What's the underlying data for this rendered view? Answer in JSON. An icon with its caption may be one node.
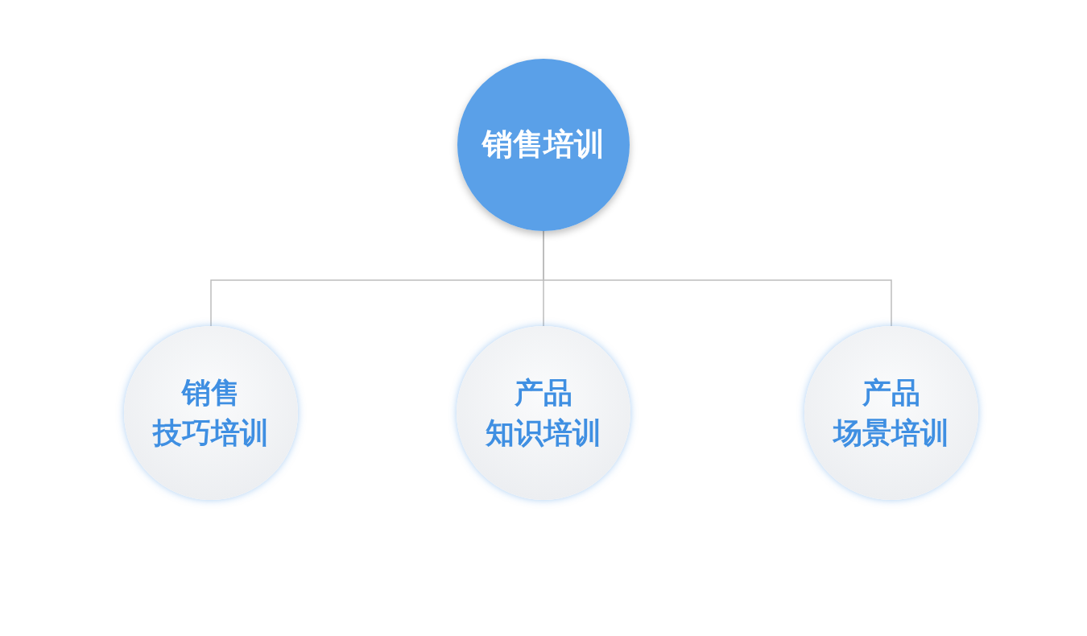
{
  "diagram": {
    "nodes": [
      {
        "text": [
          "销售培训"
        ]
      },
      {
        "text": [
          "销售技巧培训"
        ]
      },
      {
        "text": [
          "产品知识培训"
        ]
      },
      {
        "text": [
          "产品场景培训"
        ]
      }
    ],
    "edges": [
      {
        "from": 0,
        "to": 1,
        "arrow": "none"
      },
      {
        "from": 0,
        "to": 2,
        "arrow": "none"
      },
      {
        "from": 0,
        "to": 3,
        "arrow": "none"
      }
    ]
  }
}
